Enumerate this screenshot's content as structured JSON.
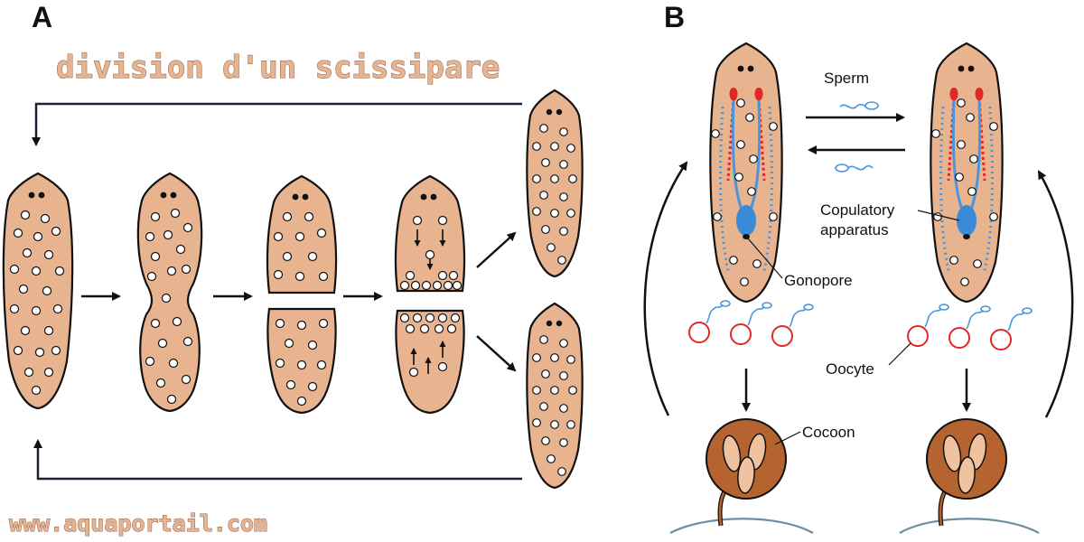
{
  "panel_a": {
    "letter": "A",
    "watermark_title": "division d'un scissipare"
  },
  "panel_b": {
    "letter": "B",
    "labels": {
      "sperm": "Sperm",
      "copulatory_line1": "Copulatory",
      "copulatory_line2": "apparatus",
      "gonopore": "Gonopore",
      "oocyte": "Oocyte",
      "cocoon": "Cocoon"
    }
  },
  "watermark_url": "www.aquaportail.com",
  "colors": {
    "body": "#e8b38f",
    "outline": "#111111",
    "reproductive_blue": "#4a96dc",
    "reproductive_red": "#e02828",
    "cocoon": "#b5642f"
  }
}
